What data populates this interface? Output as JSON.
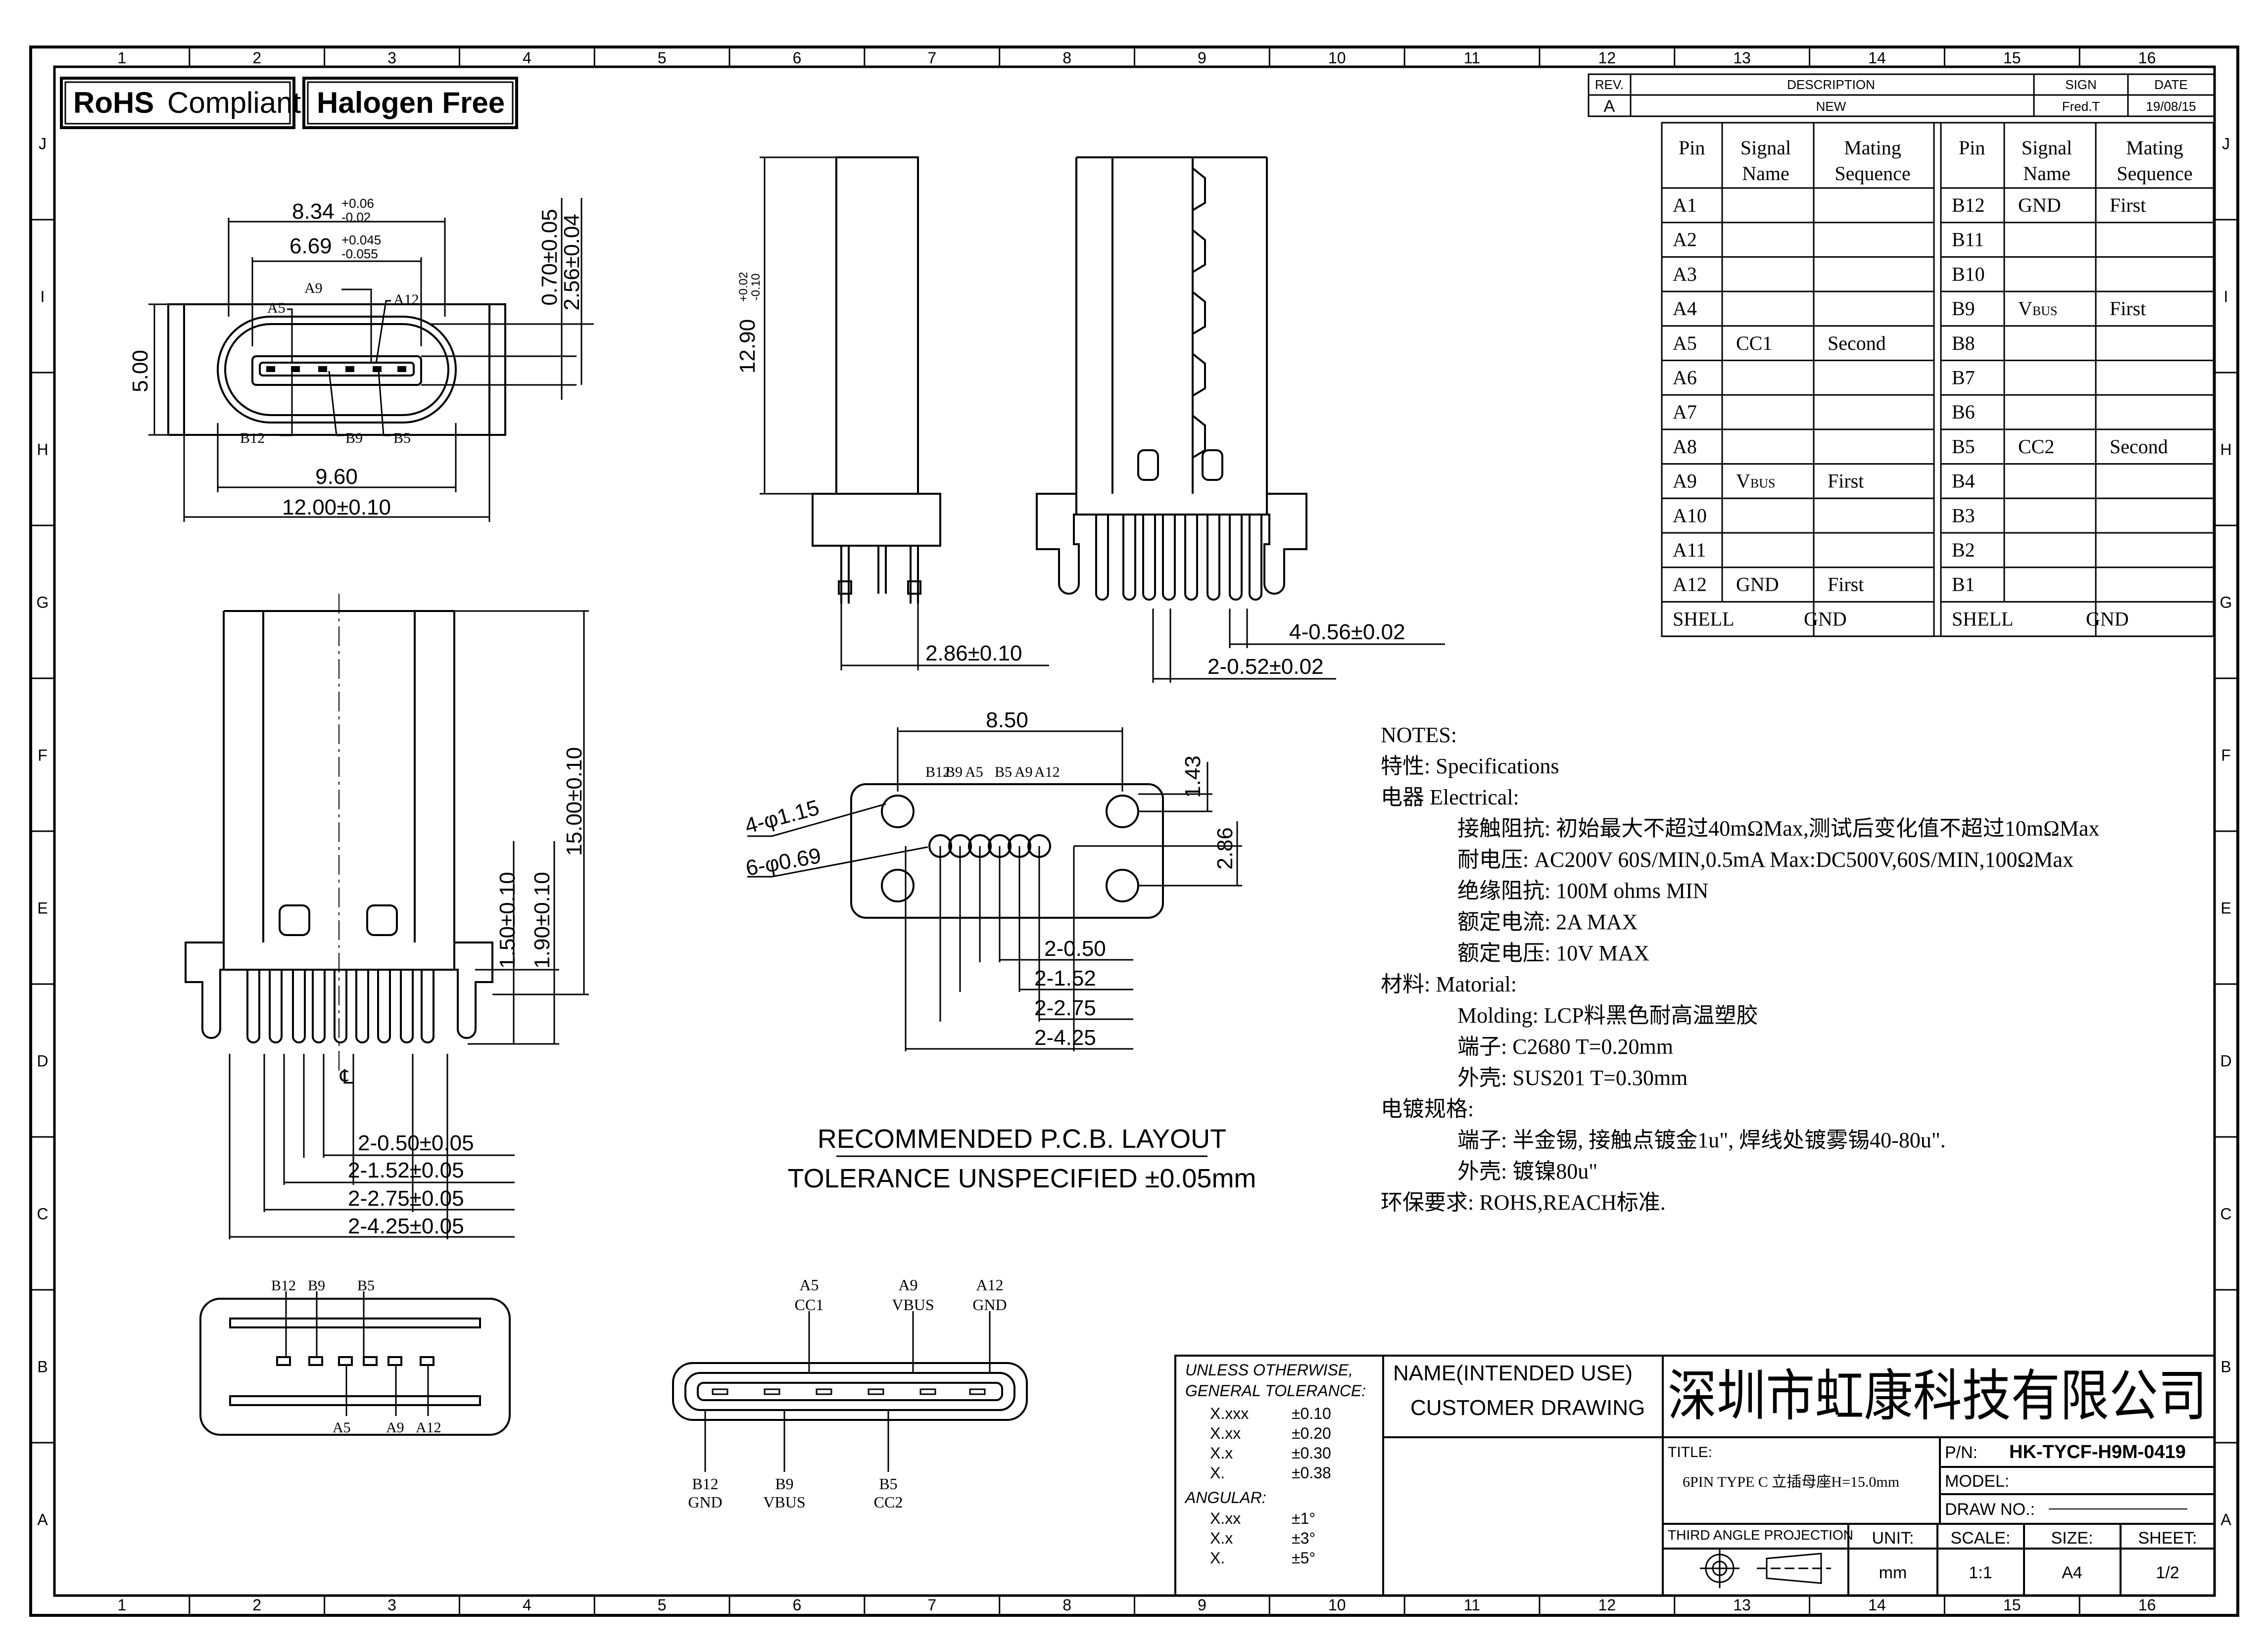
{
  "badges": {
    "rohs": "RoHS",
    "compliant": "Compliant",
    "halogen": "Halogen Free"
  },
  "grid": {
    "cols": [
      "1",
      "2",
      "3",
      "4",
      "5",
      "6",
      "7",
      "8",
      "9",
      "10",
      "11",
      "12",
      "13",
      "14",
      "15",
      "16"
    ],
    "rows": [
      "J",
      "I",
      "H",
      "G",
      "F",
      "E",
      "D",
      "C",
      "B",
      "A"
    ]
  },
  "revision": {
    "headers": {
      "rev": "REV.",
      "description": "DESCRIPTION",
      "sign": "SIGN",
      "date": "DATE"
    },
    "row": {
      "rev": "A",
      "description": "NEW",
      "sign": "Fred.T",
      "date": "19/08/15"
    }
  },
  "pin_table": {
    "headers": {
      "pin": "Pin",
      "signal": "Signal",
      "signal2": "Name",
      "mating": "Mating",
      "mating2": "Sequence"
    },
    "left_rows": [
      {
        "pin": "A1",
        "signal": "",
        "mating": ""
      },
      {
        "pin": "A2",
        "signal": "",
        "mating": ""
      },
      {
        "pin": "A3",
        "signal": "",
        "mating": ""
      },
      {
        "pin": "A4",
        "signal": "",
        "mating": ""
      },
      {
        "pin": "A5",
        "signal": "CC1",
        "mating": "Second"
      },
      {
        "pin": "A6",
        "signal": "",
        "mating": ""
      },
      {
        "pin": "A7",
        "signal": "",
        "mating": ""
      },
      {
        "pin": "A8",
        "signal": "",
        "mating": ""
      },
      {
        "pin": "A9",
        "signal": "V",
        "sub": "BUS",
        "mating": "First"
      },
      {
        "pin": "A10",
        "signal": "",
        "mating": ""
      },
      {
        "pin": "A11",
        "signal": "",
        "mating": ""
      },
      {
        "pin": "A12",
        "signal": "GND",
        "mating": "First"
      },
      {
        "pin": "SHELL",
        "signal": "",
        "mating": "GND"
      }
    ],
    "right_rows": [
      {
        "pin": "B12",
        "signal": "GND",
        "mating": "First"
      },
      {
        "pin": "B11",
        "signal": "",
        "mating": ""
      },
      {
        "pin": "B10",
        "signal": "",
        "mating": ""
      },
      {
        "pin": "B9",
        "signal": "V",
        "sub": "BUS",
        "mating": "First"
      },
      {
        "pin": "B8",
        "signal": "",
        "mating": ""
      },
      {
        "pin": "B7",
        "signal": "",
        "mating": ""
      },
      {
        "pin": "B6",
        "signal": "",
        "mating": ""
      },
      {
        "pin": "B5",
        "signal": "CC2",
        "mating": "Second"
      },
      {
        "pin": "B4",
        "signal": "",
        "mating": ""
      },
      {
        "pin": "B3",
        "signal": "",
        "mating": ""
      },
      {
        "pin": "B2",
        "signal": "",
        "mating": ""
      },
      {
        "pin": "B1",
        "signal": "",
        "mating": ""
      },
      {
        "pin": "SHELL",
        "signal": "",
        "mating": "GND"
      }
    ]
  },
  "dims": {
    "w834": "8.34",
    "w834_tol_up": "+0.06",
    "w834_tol_dn": "-0.02",
    "w669": "6.69",
    "w669_tol_up": "+0.045",
    "w669_tol_dn": "-0.055",
    "h500": "5.00",
    "d070": "0.70±0.05",
    "d256": "2.56±0.04",
    "w960": "9.60",
    "w1200": "12.00±0.10",
    "h1290": "12.90",
    "h1290_tol_up": "+0.02",
    "h1290_tol_dn": "-0.10",
    "d286": "2.86±0.10",
    "pin056": "4-0.56±0.02",
    "pin052": "2-0.52±0.02",
    "h1500": "15.00±0.10",
    "h150": "1.50±0.10",
    "h190": "1.90±0.10",
    "p050": "2-0.50±0.05",
    "p152": "2-1.52±0.05",
    "p275": "2-2.75±0.05",
    "p425": "2-4.25±0.05",
    "pcb850": "8.50",
    "pcb143": "1.43",
    "pcb286": "2.86",
    "hole115": "4-φ1.15",
    "hole069": "6-φ0.69",
    "pcb050": "2-0.50",
    "pcb152": "2-1.52",
    "pcb275": "2-2.75",
    "pcb425": "2-4.25",
    "cl": "℄"
  },
  "labels": {
    "a9": "A9",
    "a5": "A5",
    "a12": "A12",
    "b12": "B12",
    "b9": "B9",
    "b5": "B5",
    "cc1": "CC1",
    "cc2": "CC2",
    "vbus": "VBUS",
    "gnd": "GND"
  },
  "pcb": {
    "pins": [
      "B12",
      "B9",
      "A5",
      "B5",
      "A9",
      "A12"
    ],
    "title": "RECOMMENDED  P.C.B. LAYOUT",
    "tolerance": "TOLERANCE UNSPECIFIED ±0.05mm"
  },
  "notes": [
    "NOTES:",
    "特性: Specifications",
    "电器 Electrical:",
    "接触阻抗: 初始最大不超过40mΩMax,测试后变化值不超过10mΩMax",
    "耐电压: AC200V 60S/MIN,0.5mA Max:DC500V,60S/MIN,100ΩMax",
    "绝缘阻抗: 100M ohms MIN",
    "额定电流: 2A MAX",
    "额定电压: 10V MAX",
    "材料: Matorial:",
    "Molding: LCP料黑色耐高温塑胶",
    "端子: C2680 T=0.20mm",
    "外壳: SUS201 T=0.30mm",
    "电镀规格:",
    "端子: 半金锡, 接触点镀金1u\", 焊线处镀雾锡40-80u\".",
    "外壳: 镀镍80u\"",
    "环保要求: ROHS,REACH标准."
  ],
  "tolerance_box": {
    "title1": "UNLESS  OTHERWISE,",
    "title2": "GENERAL  TOLERANCE:",
    "rows": [
      [
        "X.xxx",
        "±0.10"
      ],
      [
        "X.xx",
        "±0.20"
      ],
      [
        "X.x",
        "±0.30"
      ],
      [
        "X.",
        "±0.38"
      ]
    ],
    "angular": "ANGULAR:",
    "angular_rows": [
      [
        "X.xx",
        "±1°"
      ],
      [
        "X.x",
        "±3°"
      ],
      [
        "X.",
        "±5°"
      ]
    ]
  },
  "title_block": {
    "name_label": "NAME(INTENDED USE)",
    "name_value": "CUSTOMER DRAWING",
    "company": "深圳市虹康科技有限公司",
    "title_label": "TITLE:",
    "title_value": "6PIN TYPE C 立插母座H=15.0mm",
    "pn_label": "P/N:",
    "pn_value": "HK-TYCF-H9M-0419",
    "model_label": "MODEL:",
    "drawno_label": "DRAW  NO.:",
    "projection": "THIRD ANGLE PROJECTION",
    "unit_label": "UNIT:",
    "unit_value": "mm",
    "scale_label": "SCALE:",
    "scale_value": "1:1",
    "size_label": "SIZE:",
    "size_value": "A4",
    "sheet_label": "SHEET:",
    "sheet_value": "1/2"
  }
}
